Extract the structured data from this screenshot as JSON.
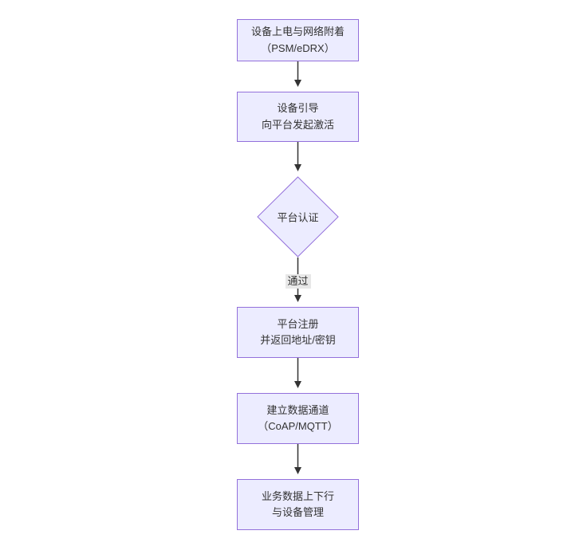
{
  "flowchart": {
    "nodes": [
      {
        "id": "power-attach",
        "shape": "rect",
        "lines": [
          "设备上电与网络附着",
          "（PSM/eDRX）"
        ]
      },
      {
        "id": "bootstrap",
        "shape": "rect",
        "lines": [
          "设备引导",
          "向平台发起激活"
        ]
      },
      {
        "id": "auth",
        "shape": "diamond",
        "lines": [
          "平台认证"
        ]
      },
      {
        "id": "register",
        "shape": "rect",
        "lines": [
          "平台注册",
          "并返回地址/密钥"
        ]
      },
      {
        "id": "channel",
        "shape": "rect",
        "lines": [
          "建立数据通道",
          "（CoAP/MQTT）"
        ]
      },
      {
        "id": "business",
        "shape": "rect",
        "lines": [
          "业务数据上下行",
          "与设备管理"
        ]
      }
    ],
    "edges": [
      {
        "from": "power-attach",
        "to": "bootstrap",
        "label": ""
      },
      {
        "from": "bootstrap",
        "to": "auth",
        "label": ""
      },
      {
        "from": "auth",
        "to": "register",
        "label": "通过"
      },
      {
        "from": "register",
        "to": "channel",
        "label": ""
      },
      {
        "from": "channel",
        "to": "business",
        "label": ""
      }
    ],
    "colors": {
      "node_fill": "#ECECFF",
      "node_border": "#9370DB",
      "edge": "#333333",
      "text": "#333333",
      "edge_label_bg": "#e8e8e8",
      "background": "#ffffff"
    }
  }
}
